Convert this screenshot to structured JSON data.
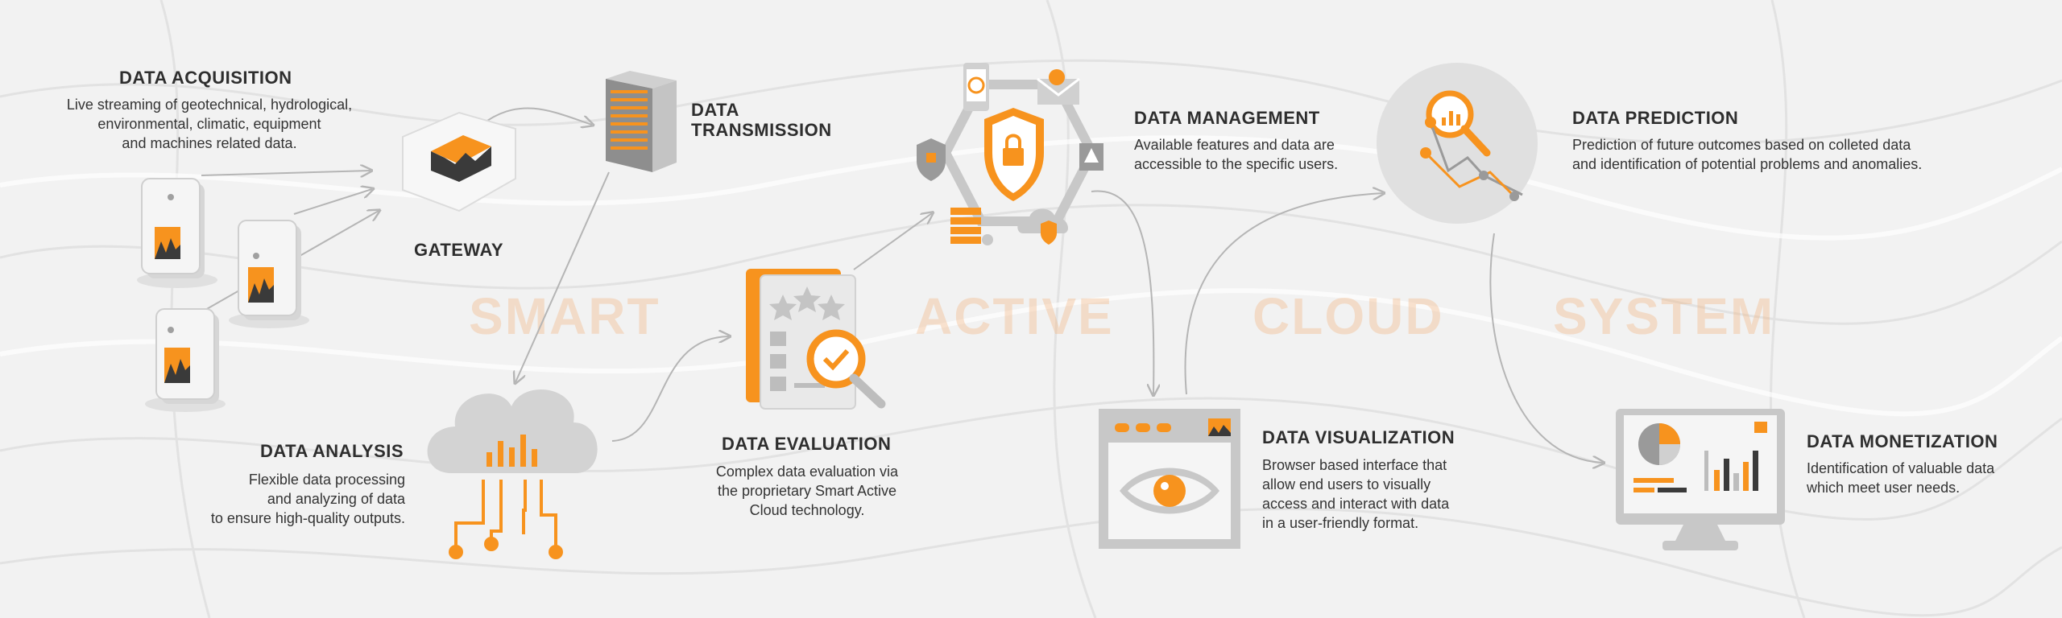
{
  "colors": {
    "accent": "#f7931e",
    "gray": "#c8c8c8",
    "dark": "#3a3a3a",
    "watermark": "#f4b27b"
  },
  "watermarks": [
    "SMART",
    "ACTIVE",
    "CLOUD",
    "SYSTEM"
  ],
  "nodes": {
    "acquisition": {
      "title": "DATA ACQUISITION",
      "desc": "Live streaming of geotechnical, hydrological,\nenvironmental, climatic, equipment\nand machines related data."
    },
    "gateway": {
      "title": "GATEWAY"
    },
    "transmission": {
      "title": "DATA\nTRANSMISSION"
    },
    "analysis": {
      "title": "DATA ANALYSIS",
      "desc": "Flexible data processing\nand analyzing of data\nto ensure high-quality outputs."
    },
    "evaluation": {
      "title": "DATA EVALUATION",
      "desc": "Complex data evaluation via\nthe proprietary Smart Active\nCloud technology."
    },
    "management": {
      "title": "DATA MANAGEMENT",
      "desc": "Available features and data are\naccessible to the specific users."
    },
    "visualization": {
      "title": "DATA VISUALIZATION",
      "desc": "Browser based interface that\nallow end users to visually\naccess and interact with data\nin a user-friendly format."
    },
    "prediction": {
      "title": "DATA PREDICTION",
      "desc": "Prediction of future outcomes based on colleted data\nand identification of potential problems and anomalies."
    },
    "monetization": {
      "title": "DATA MONETIZATION",
      "desc": "Identification of valuable data\nwhich meet user needs."
    }
  }
}
